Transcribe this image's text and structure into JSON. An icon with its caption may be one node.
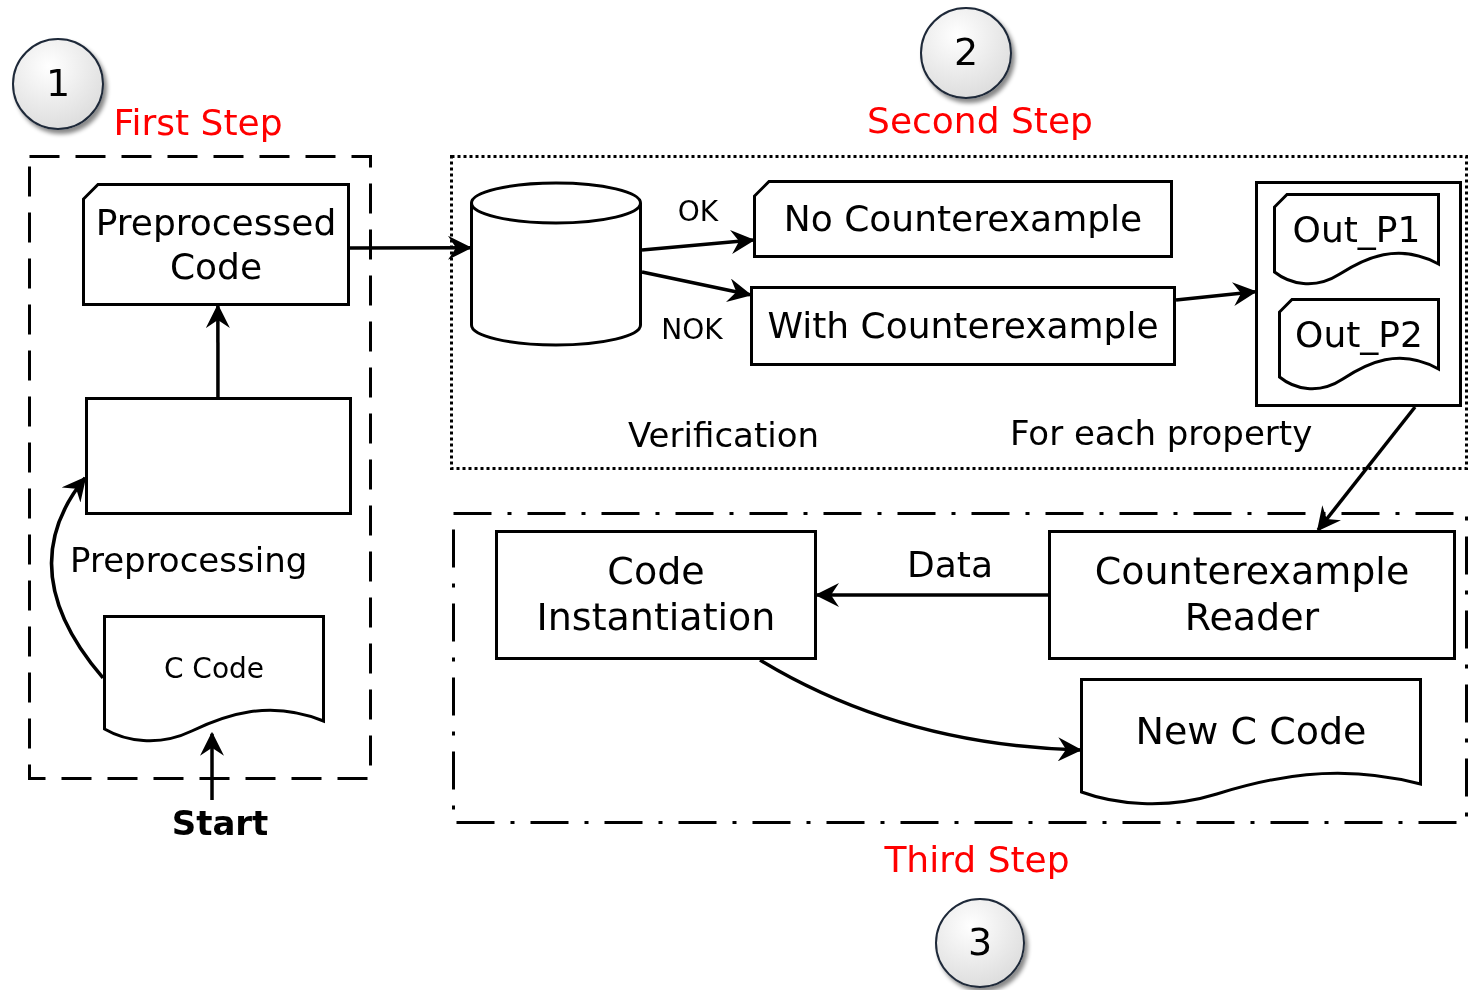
{
  "diagram": {
    "nodes": [
      {
        "text": [
          "1"
        ]
      },
      {
        "text": [
          "First Step"
        ]
      },
      {
        "text": [
          "Preprocessed Code"
        ],
        "in": 1
      },
      {
        "text": [],
        "shape": "box",
        "in": 1
      },
      {
        "text": [
          "C Code"
        ],
        "in": 1
      },
      {
        "text": [
          "Start"
        ]
      },
      {
        "text": [
          "2"
        ]
      },
      {
        "text": [
          "Second Step"
        ]
      },
      {
        "text": [],
        "shape": "cylinder",
        "in": 7
      },
      {
        "text": [
          "No Counterexample"
        ],
        "in": 7
      },
      {
        "text": [
          "With Counterexample"
        ],
        "in": 7
      },
      {
        "text": [],
        "shape": "box",
        "in": 7
      },
      {
        "text": [
          "Out_P1"
        ],
        "in": 11
      },
      {
        "text": [
          "Out_P2"
        ],
        "in": 11
      },
      {
        "text": [
          "Third Step"
        ]
      },
      {
        "text": [
          "Code Instantiation"
        ],
        "in": 14
      },
      {
        "text": [
          "Counterexample Reader"
        ],
        "in": 14
      },
      {
        "text": [
          "New C Code"
        ],
        "in": 14
      },
      {
        "text": [
          "3"
        ]
      }
    ],
    "edges": [
      {
        "from": 5,
        "to": 4,
        "arrow": "to"
      },
      {
        "from": 4,
        "to": 3,
        "arrow": "to"
      },
      {
        "from": 3,
        "to": 2,
        "arrow": "to"
      },
      {
        "from": 2,
        "to": 8,
        "arrow": "to"
      },
      {
        "from": 8,
        "to": 9,
        "arrow": "to",
        "label": "OK"
      },
      {
        "from": 8,
        "to": 10,
        "arrow": "to",
        "label": "NOK"
      },
      {
        "from": 10,
        "to": 11,
        "arrow": "to"
      },
      {
        "from": 11,
        "to": 16,
        "arrow": "to"
      },
      {
        "from": 16,
        "to": 15,
        "arrow": "to",
        "label": "Data"
      },
      {
        "from": 15,
        "to": 17,
        "arrow": "to"
      }
    ],
    "labels": [
      "Preprocessing",
      "Verification",
      "For each property"
    ]
  }
}
